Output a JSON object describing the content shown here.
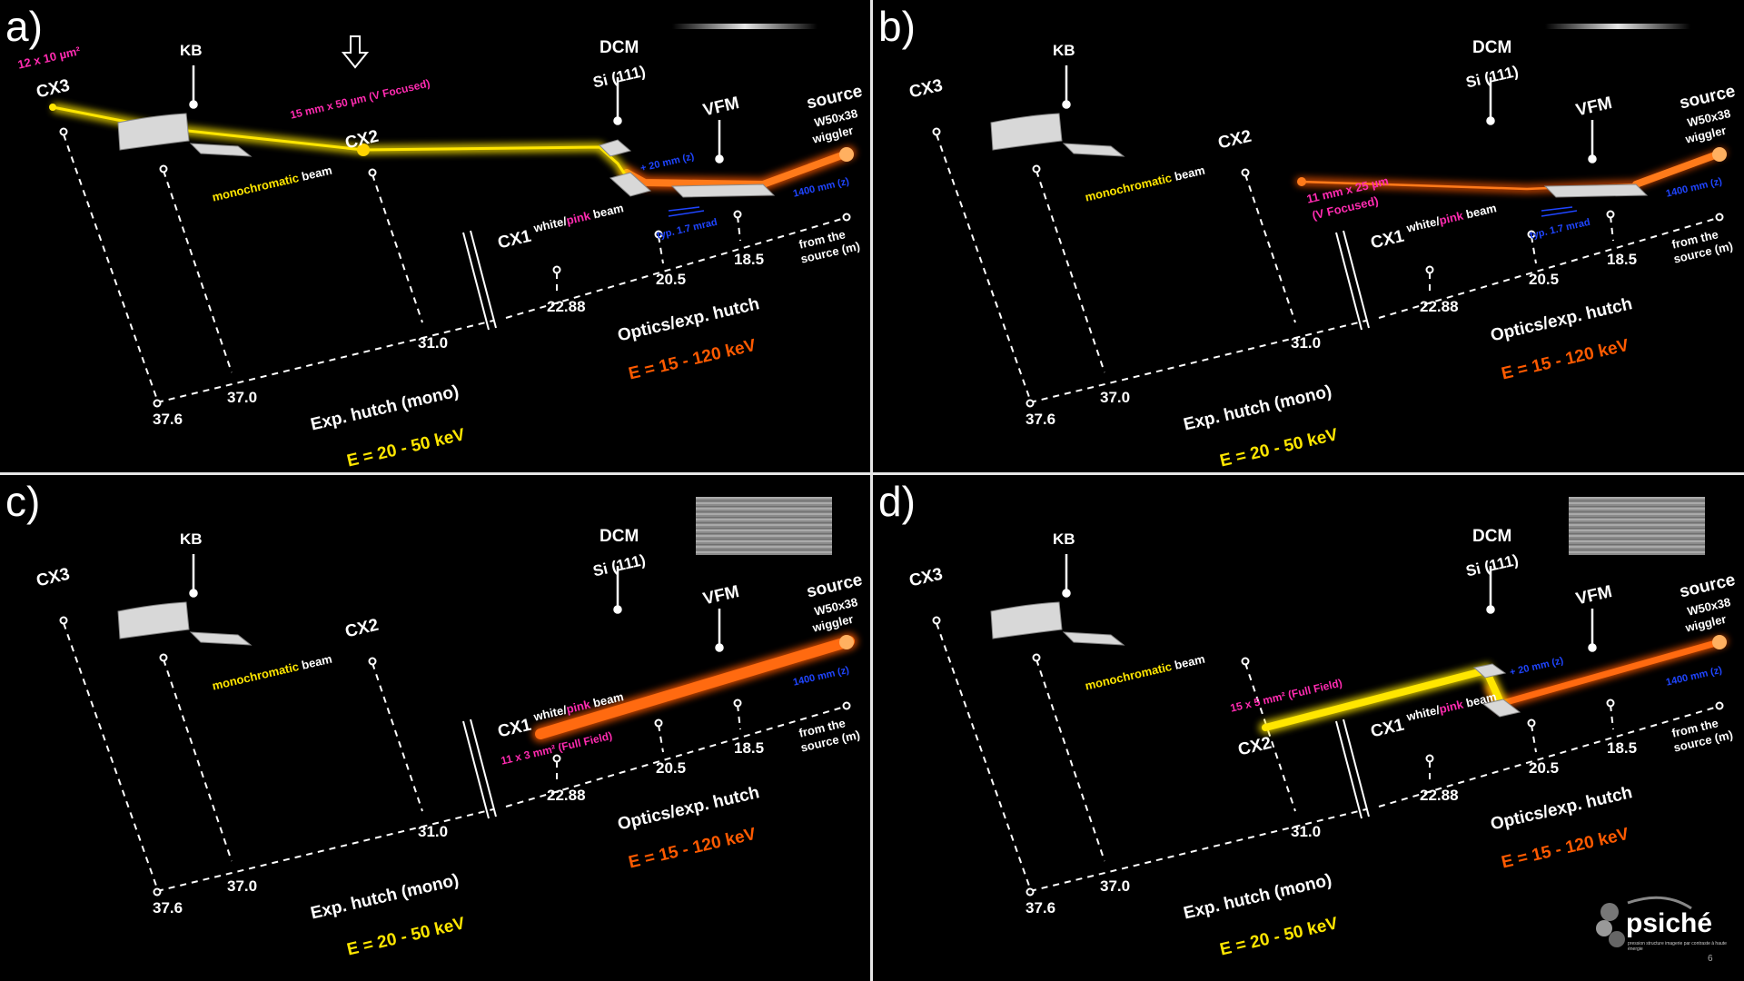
{
  "panels": {
    "a": {
      "label": "a)",
      "texts": {
        "spot_cx3": "12 x 10 µm²",
        "beam_cx2": "15 mm x 50 µm (V Focused)",
        "dcm_offset": "+ 20 mm (z)",
        "vfm_angle": "typ. 1.7 mrad"
      }
    },
    "b": {
      "label": "b)",
      "texts": {
        "beam_vfm": "11 mm x 25 µm",
        "beam_vfm2": "(V Focused)",
        "vfm_angle": "typ. 1.7 mrad"
      }
    },
    "c": {
      "label": "c)",
      "texts": {
        "beam_cx1": "11 x 3 mm² (Full Field)"
      }
    },
    "d": {
      "label": "d)",
      "texts": {
        "beam_cx2": "15 x 5 mm² (Full Field)",
        "dcm_offset": "+ 20 mm (z)"
      }
    }
  },
  "common": {
    "cx3": "CX3",
    "kb": "KB",
    "cx2": "CX2",
    "dcm1": "DCM",
    "dcm2": "Si (111)",
    "vfm": "VFM",
    "source": "source",
    "wiggler1": "W50x38",
    "wiggler2": "wiggler",
    "source_height": "1400 mm (z)",
    "mono_word": "monochromatic",
    "beam_word": " beam",
    "cx1": "CX1",
    "white_word": "white/",
    "pink_word": "pink",
    "from1": "from the",
    "from2": "source (m)",
    "d_37_6": "37.6",
    "d_37_0": "37.0",
    "d_31_0": "31.0",
    "d_22_88": "22.88",
    "d_20_5": "20.5",
    "d_18_5": "18.5",
    "hutch_mono": "Exp. hutch (mono)",
    "energy_mono": "E = 20 - 50 keV",
    "hutch_optics": "Optics/exp. hutch",
    "energy_white": "E = 15 - 120 keV"
  },
  "logo": {
    "name": "psiché",
    "tagline": "pression structure imagerie par contraste à haute énergie"
  },
  "page_number": "6",
  "colors": {
    "mono": "#ffe600",
    "white": "#ff5a00",
    "annotation": "#ff2bb0",
    "dimension": "#1f45ff"
  }
}
